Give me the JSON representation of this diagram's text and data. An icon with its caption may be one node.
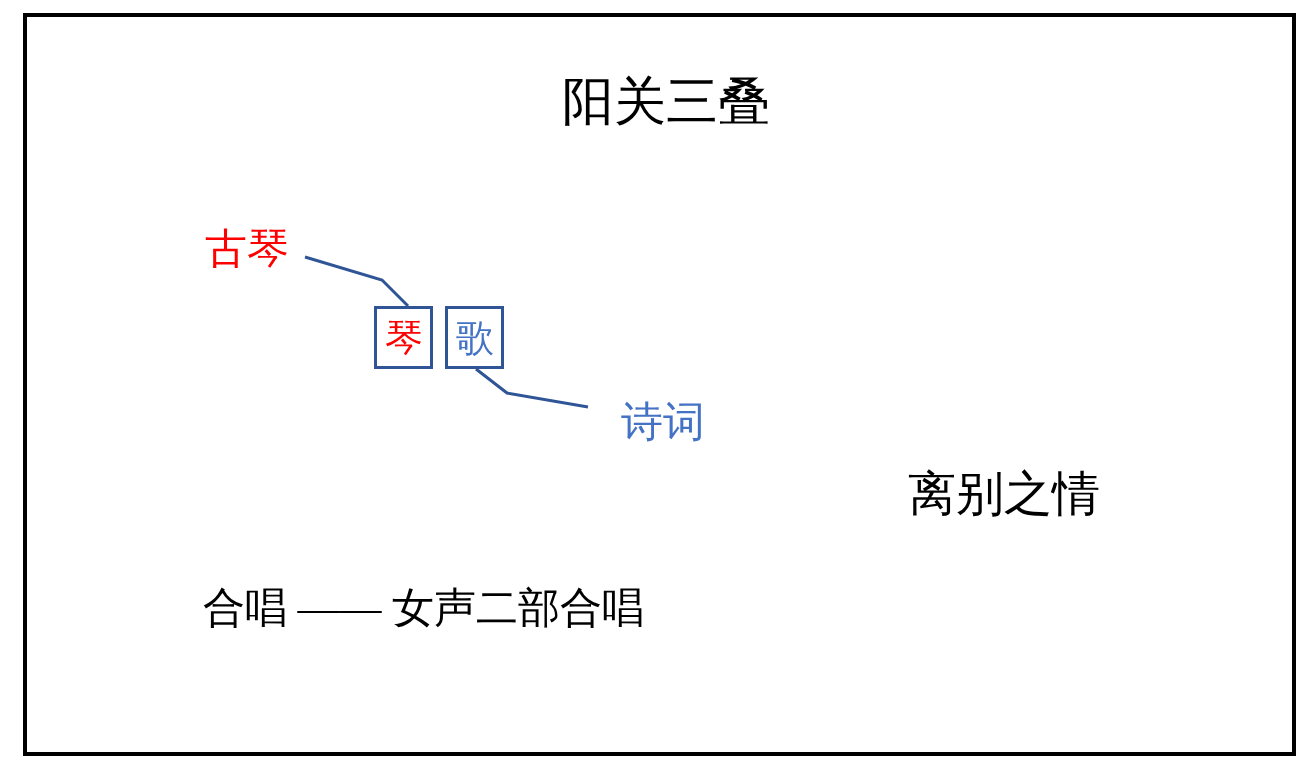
{
  "diagram": {
    "title": "阳关三叠",
    "nodes": [
      {
        "text": [
          "古琴"
        ]
      },
      {
        "text": [
          "琴"
        ]
      },
      {
        "text": [
          "歌"
        ]
      },
      {
        "text": [
          "诗词"
        ]
      }
    ],
    "edges": [
      {
        "from": 0,
        "to": 1,
        "arrow": "none"
      },
      {
        "from": 2,
        "to": 3,
        "arrow": "none"
      }
    ],
    "labels": [
      "离别之情",
      "合唱 —— 女声二部合唱"
    ]
  }
}
